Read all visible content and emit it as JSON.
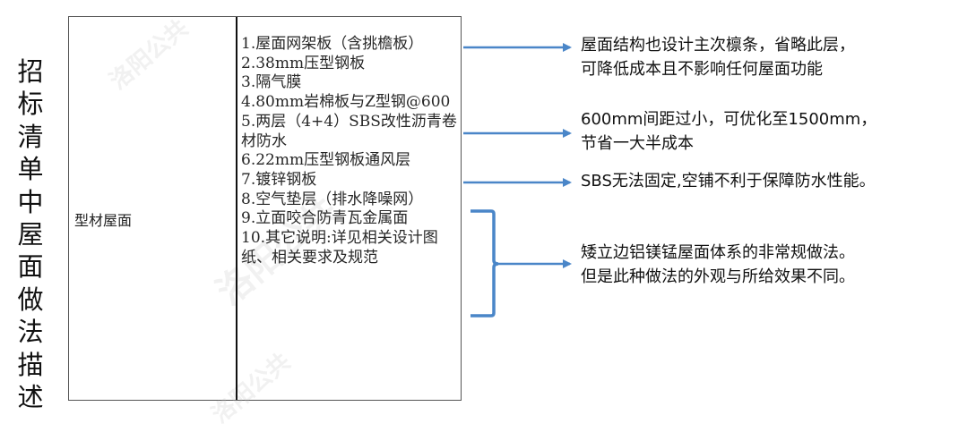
{
  "side_title": "招标清单中屋面做法描述",
  "table": {
    "type_label": "型材屋面",
    "items": [
      "1.屋面网架板（含挑檐板）",
      "2.38mm压型钢板",
      "3.隔气膜",
      "4.80mm岩棉板与Z型钢@600",
      "5.两层（4+4）SBS改性沥青卷材防水",
      "6.22mm压型钢板通风层",
      "7.镀锌钢板",
      "8.空气垫层（排水降噪网）",
      "9.立面咬合防青瓦金属面",
      "10.其它说明:详见相关设计图纸、相关要求及规范"
    ],
    "watermark": "洛阳公共"
  },
  "notes": [
    {
      "lines": [
        "屋面结构也设计主次檩条，省略此层，",
        "可降低成本且不影响任何屋面功能"
      ]
    },
    {
      "lines": [
        "600mm间距过小，可优化至1500mm，",
        "节省一大半成本"
      ]
    },
    {
      "lines": [
        "SBS无法固定,空铺不利于保障防水性能。"
      ]
    },
    {
      "lines": [
        "矮立边铝镁锰屋面体系的非常规做法。",
        "但是此种做法的外观与所给效果不同。"
      ]
    }
  ],
  "colors": {
    "arrow": "#4a86c8",
    "text": "#111111",
    "border": "#111111"
  }
}
